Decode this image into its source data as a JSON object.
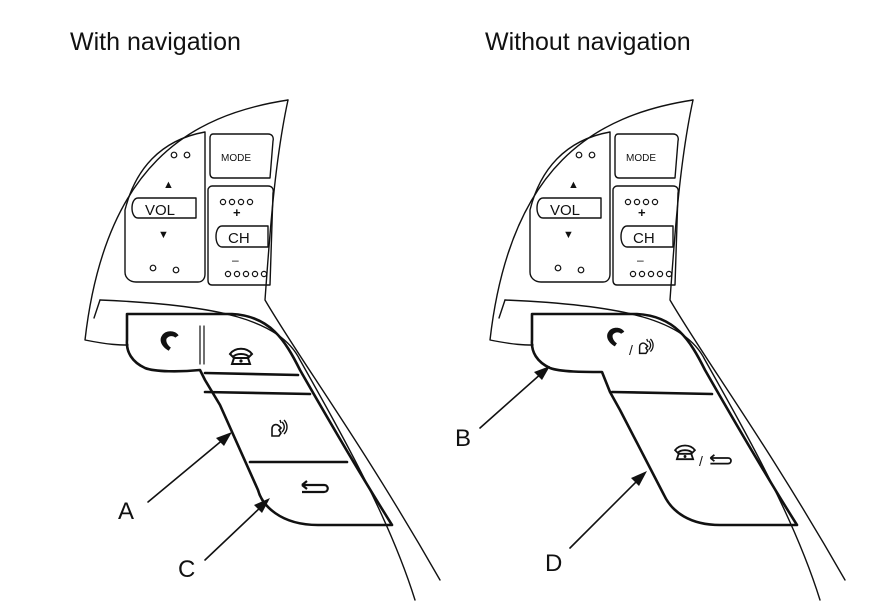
{
  "titles": {
    "left": "With navigation",
    "right": "Without navigation"
  },
  "controls": {
    "mode": "MODE",
    "vol": "VOL",
    "ch": "CH",
    "plus": "+",
    "minus": "–",
    "up": "▲",
    "down": "▼"
  },
  "callouts": {
    "a": "A",
    "b": "B",
    "c": "C",
    "d": "D"
  },
  "icons": {
    "pick_up": "phone-pickup-icon",
    "hang_up": "phone-hangup-icon",
    "talk": "talk-voice-icon",
    "back": "back-arrow-icon"
  }
}
